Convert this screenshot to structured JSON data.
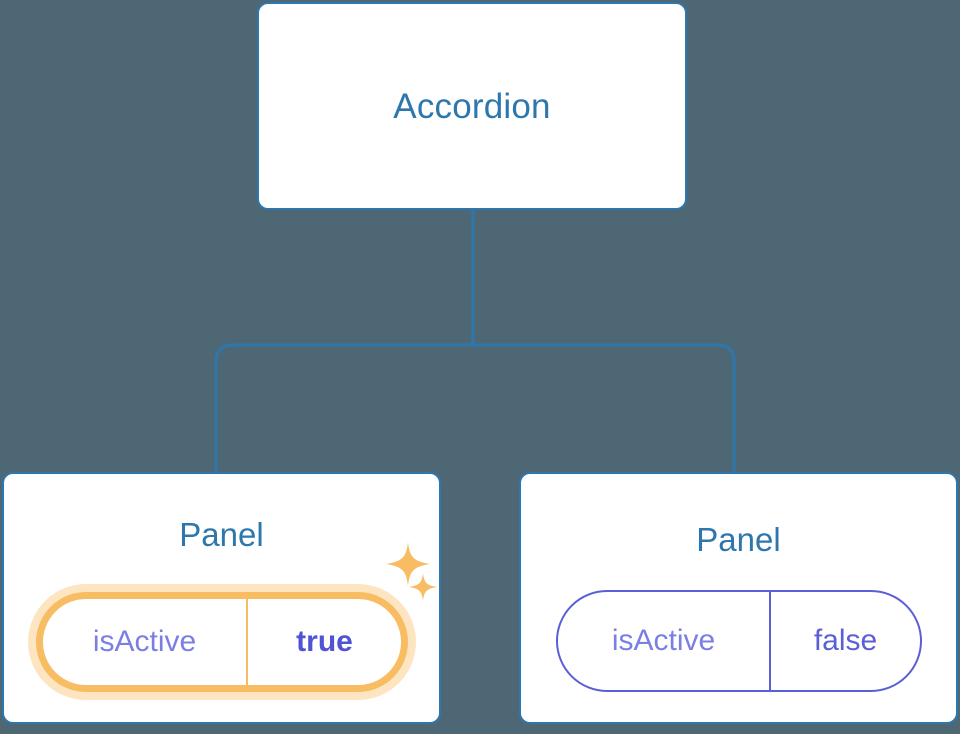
{
  "diagram": {
    "type": "component-tree",
    "background_color": "#4d6874",
    "node_border_color": "#2e77ad",
    "node_title_color": "#2e77ad",
    "connector_color": "#2e77ad",
    "highlight_color": "#f8bd63",
    "highlight_glow_color": "#fbdcab",
    "prop_key_color": "#7b7fe3",
    "prop_value_color": "#5b5fd6"
  },
  "root": {
    "title": "Accordion"
  },
  "panels": [
    {
      "title": "Panel",
      "prop_key": "isActive",
      "prop_value": "true",
      "highlighted": true,
      "sparkle_large": "sparkle-icon",
      "sparkle_small": "sparkle-icon"
    },
    {
      "title": "Panel",
      "prop_key": "isActive",
      "prop_value": "false",
      "highlighted": false
    }
  ]
}
